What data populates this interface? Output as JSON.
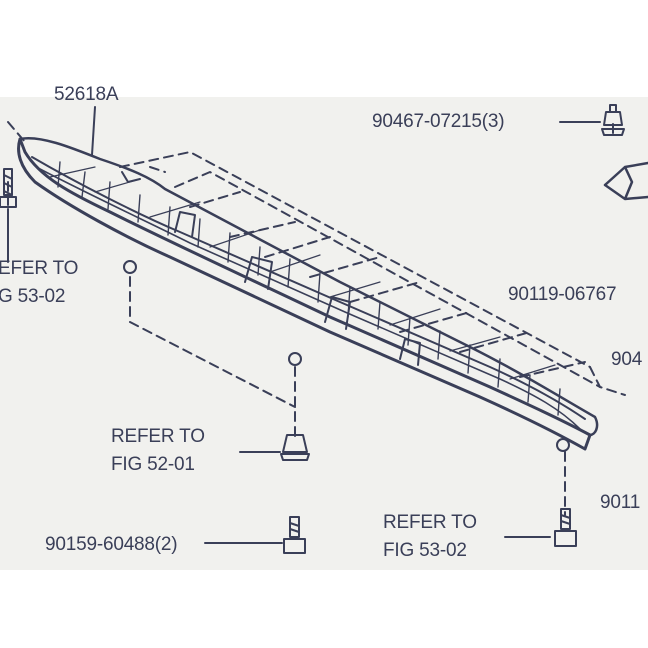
{
  "callouts": {
    "top_left_partial": "52618A",
    "top_part": "90467-07215(3)",
    "left_refer_line1": "EFER TO",
    "left_refer_line2": "G 53-02",
    "mid_right_part": "90119-06767",
    "right_partial_1": "904",
    "refer_52_line1": "REFER TO",
    "refer_52_line2": "FIG 52-01",
    "right_partial_2": "9011",
    "bottom_left_part": "90159-60488(2)",
    "refer_53_line1": "REFER TO",
    "refer_53_line2": "FIG 53-02"
  },
  "colors": {
    "ink": "#3a3f58",
    "paper": "#f1f1ee",
    "frame": "#ffffff"
  }
}
